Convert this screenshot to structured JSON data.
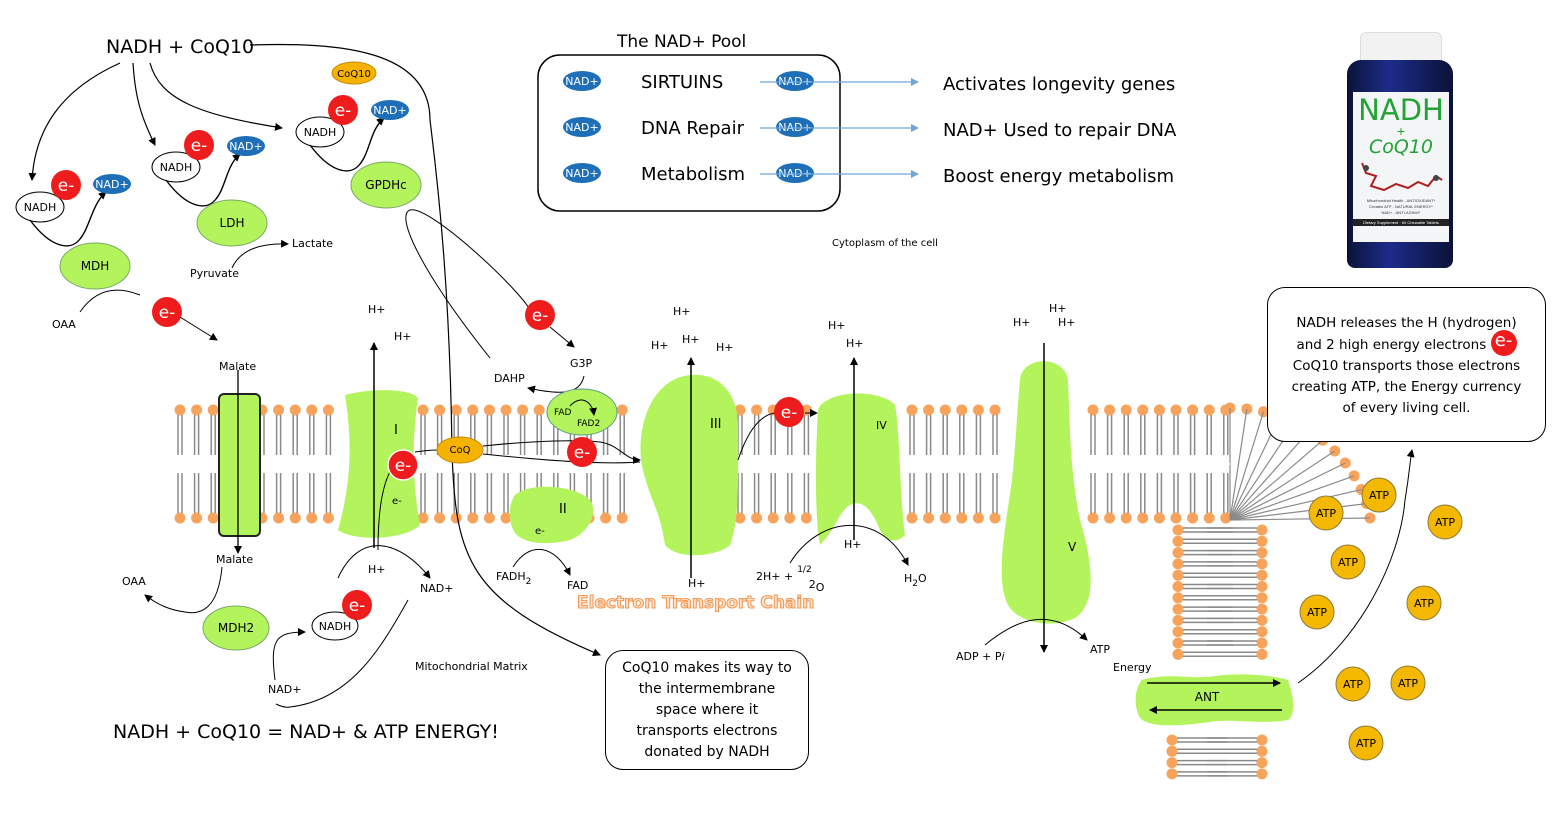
{
  "title": "NADH + CoQ10",
  "equation": "NADH + CoQ10 = NAD+ & ATP ENERGY!",
  "colors": {
    "enzyme_green": "#b3f35c",
    "electron_red": "#ee1c1c",
    "nad_blue": "#1e6fb8",
    "coq_orange": "#f5b300",
    "lipid_head_orange": "#f7a35c",
    "arrow_blue": "#6fa6d6",
    "atp_gold": "#f5b800"
  },
  "labels": {
    "electron": "e-",
    "nadh": "NADH",
    "nad_plus": "NAD+",
    "coq10": "CoQ10",
    "coq": "CoQ",
    "h_plus": "H+",
    "atp": "ATP"
  },
  "cytoplasm": {
    "region_label": "Cytoplasm of the cell",
    "enzymes": [
      "MDH",
      "LDH",
      "GPDHc"
    ],
    "pyruvate": "Pyruvate",
    "lactate": "Lactate",
    "oaa": "OAA",
    "malate": "Malate",
    "g3p": "G3P",
    "dahp": "DAHP"
  },
  "nad_pool": {
    "title": "The NAD+ Pool",
    "rows": [
      {
        "name": "SIRTUINS",
        "effect": "Activates longevity genes"
      },
      {
        "name": "DNA Repair",
        "effect": "NAD+ Used to repair DNA"
      },
      {
        "name": "Metabolism",
        "effect": "Boost energy metabolism"
      }
    ]
  },
  "complexes": {
    "c1": "I",
    "c2": "II",
    "c3": "III",
    "c4": "IV",
    "c5": "V",
    "fad": "FAD",
    "fad2": "FAD2",
    "fadh2": "FADH",
    "fadh2_sub": "2",
    "fad_out": "FAD",
    "o2_pre": "2H+ +",
    "o2_half": "1/2",
    "o2_two": "2",
    "o2_o": "O",
    "h2o_h": "H",
    "h2o_sub": "2",
    "h2o_o": "O",
    "adp": "ADP + P",
    "adp_i": "i",
    "energy": "Energy",
    "ant": "ANT",
    "chain_title": "Electron Transport Chain"
  },
  "matrix": {
    "region_label": "Mitochondrial Matrix",
    "enzyme": "MDH2",
    "malate": "Malate",
    "oaa": "OAA"
  },
  "notes": {
    "coq10_note": [
      "CoQ10 makes its way to",
      "the intermembrane",
      "space where it",
      "transports electrons",
      "donated by NADH"
    ],
    "nadh_note": [
      "NADH releases the H (hydrogen)",
      "and 2 high energy electrons",
      "CoQ10 transports those electrons",
      "creating ATP, the Energy currency",
      "of every living cell."
    ]
  },
  "product": {
    "brand_top": "NADH",
    "brand_plus": "+",
    "brand_bottom": "CoQ10",
    "claims": [
      "Mitochondrial Health - ANTIOXIDANT*",
      "Creates ATP - NATURAL ENERGY*",
      "NAD+ - ANTI-AGING*"
    ],
    "footer": "Dietary Supplement · 60 Chewable Tablets"
  },
  "atp_count": 9
}
